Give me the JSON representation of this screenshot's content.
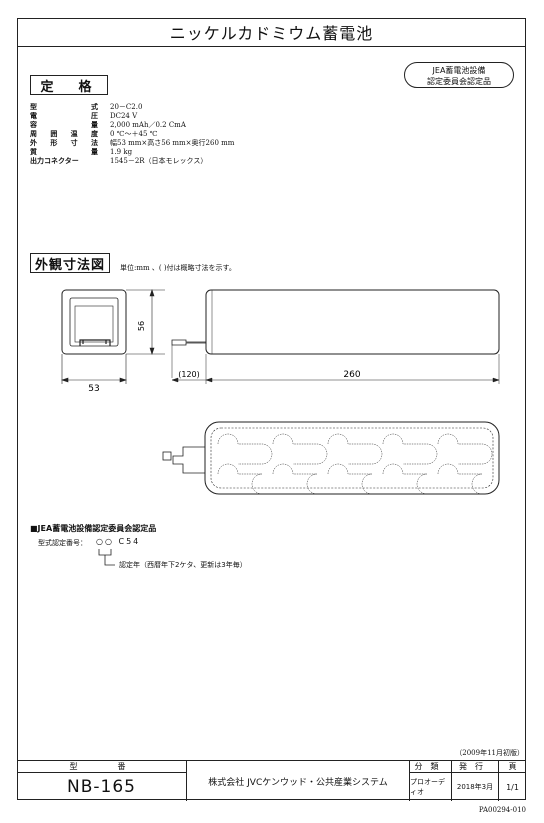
{
  "title": "ニッケルカドミウム蓄電池",
  "cert_badge": {
    "line1": "JEA蓄電池設備",
    "line2": "認定委員会認定品"
  },
  "specs_heading": "定　格",
  "specs": [
    {
      "label_chars": [
        "型",
        "式"
      ],
      "value": "20－C2.0"
    },
    {
      "label_chars": [
        "電",
        "圧"
      ],
      "value": "DC24 V"
    },
    {
      "label_chars": [
        "容",
        "量"
      ],
      "value": "2,000 mAh／0.2 CmA"
    },
    {
      "label_chars": [
        "周",
        "囲",
        "温",
        "度"
      ],
      "value": "0 ℃～＋45 ℃"
    },
    {
      "label_chars": [
        "外",
        "形",
        "寸",
        "法"
      ],
      "value": "幅53 mm×高さ56 mm×奥行260 mm"
    },
    {
      "label_chars": [
        "質",
        "量"
      ],
      "value": "1.9 kg"
    },
    {
      "label_chars": [
        "出力コネクター"
      ],
      "value": "1545－2R（日本モレックス）"
    }
  ],
  "dims_heading": "外観寸法図",
  "unit_note": "単位:mm 、( )付は概略寸法を示す。",
  "dims": {
    "width": "53",
    "height": "56",
    "cable": "(120)",
    "length": "260"
  },
  "cert_section": {
    "heading": "■JEA蓄電池設備認定委員会認定品",
    "number_label": "型式認定番号：",
    "number_value": "○○ C54",
    "year_note": "認定年（西暦年下2ケタ、更新は3年毎）"
  },
  "edition": "（2009年11月初版）",
  "footer": {
    "model_header": "型　　番",
    "model_value": "NB-165",
    "company": "株式会社 JVCケンウッド・公共産業システム",
    "class_header": "分類",
    "issue_header": "発行",
    "page_header": "頁",
    "class_value": "プロオーディオ",
    "issue_value": "2018年3月",
    "page_value": "1/1"
  },
  "doc_code": "PA00294-010"
}
